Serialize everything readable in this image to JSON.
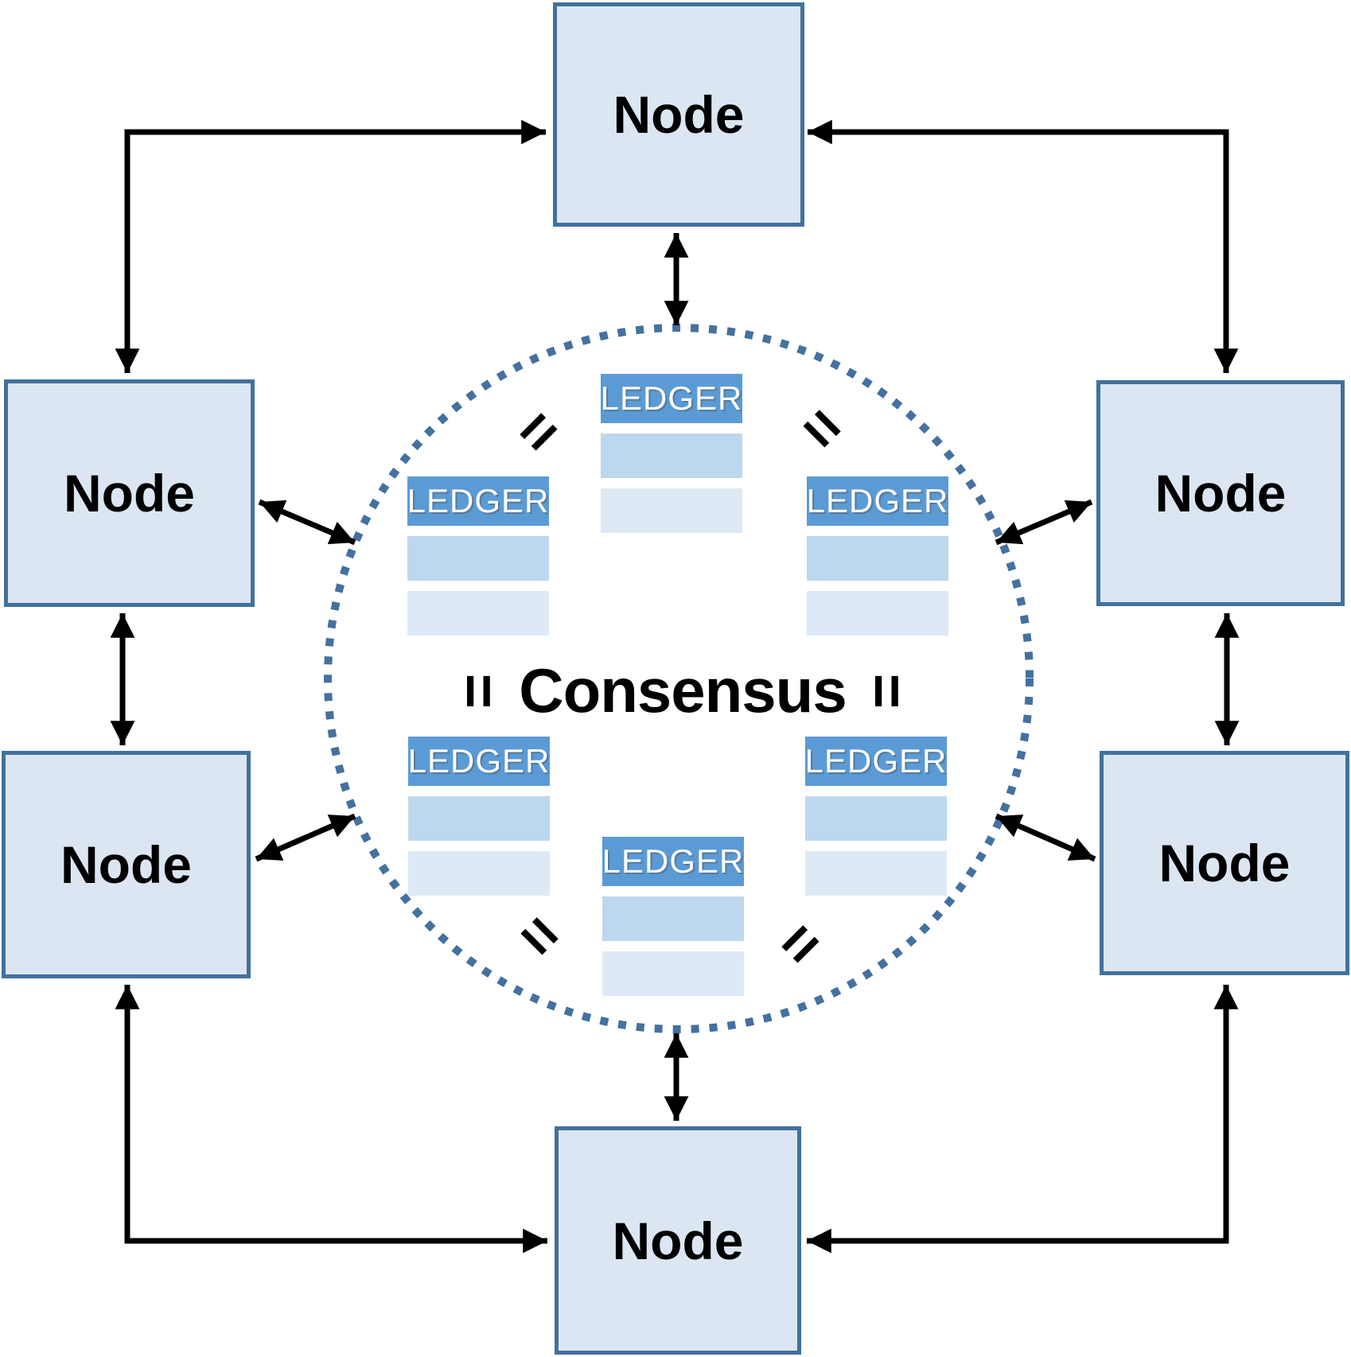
{
  "diagram": {
    "consensus_label": "Consensus",
    "nodes": [
      {
        "id": "top",
        "label": "Node"
      },
      {
        "id": "upper-left",
        "label": "Node"
      },
      {
        "id": "upper-right",
        "label": "Node"
      },
      {
        "id": "lower-left",
        "label": "Node"
      },
      {
        "id": "lower-right",
        "label": "Node"
      },
      {
        "id": "bottom",
        "label": "Node"
      }
    ],
    "ledgers": [
      {
        "id": "top-center",
        "label": "LEDGER",
        "blank_rows": 2
      },
      {
        "id": "upper-left",
        "label": "LEDGER",
        "blank_rows": 2
      },
      {
        "id": "upper-right",
        "label": "LEDGER",
        "blank_rows": 2
      },
      {
        "id": "lower-left",
        "label": "LEDGER",
        "blank_rows": 2
      },
      {
        "id": "lower-right",
        "label": "LEDGER",
        "blank_rows": 2
      },
      {
        "id": "bottom-center",
        "label": "LEDGER",
        "blank_rows": 2
      }
    ],
    "equals_marks": [
      {
        "id": "top-left",
        "glyph": "="
      },
      {
        "id": "top-right",
        "glyph": "="
      },
      {
        "id": "mid-left",
        "glyph": "="
      },
      {
        "id": "mid-right",
        "glyph": "="
      },
      {
        "id": "bottom-left",
        "glyph": "="
      },
      {
        "id": "bottom-right",
        "glyph": "="
      }
    ],
    "colors": {
      "node_fill": "#dbe6f2",
      "node_border": "#41719c",
      "ledger_header_fill": "#5b9bd5",
      "ledger_header_text": "#ffffff",
      "ledger_row1_fill": "#bdd7ee",
      "ledger_row2_fill": "#dde9f5",
      "circle_dot": "#44719f",
      "arrow": "#000000",
      "text": "#000000",
      "background": "#ffffff"
    }
  }
}
